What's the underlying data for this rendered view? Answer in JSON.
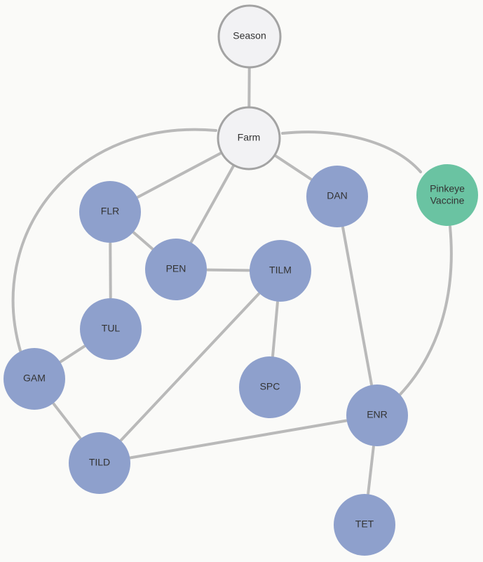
{
  "colors": {
    "background": "#fafaf8",
    "edge": "#b9b9b9",
    "context_fill": "#f2f2f4",
    "context_stroke": "#a3a3a3",
    "treatment_fill": "#8ea0cc",
    "vaccine_fill": "#6ac3a2",
    "label": "#333333"
  },
  "nodes": [
    {
      "id": "season",
      "label": "Season",
      "kind": "context"
    },
    {
      "id": "farm",
      "label": "Farm",
      "kind": "context"
    },
    {
      "id": "flr",
      "label": "FLR",
      "kind": "treatment"
    },
    {
      "id": "dan",
      "label": "DAN",
      "kind": "treatment"
    },
    {
      "id": "pinkeye",
      "label": "Pinkeye Vaccine",
      "lines": [
        "Pinkeye",
        "Vaccine"
      ],
      "kind": "vaccine"
    },
    {
      "id": "pen",
      "label": "PEN",
      "kind": "treatment"
    },
    {
      "id": "tilm",
      "label": "TILM",
      "kind": "treatment"
    },
    {
      "id": "tul",
      "label": "TUL",
      "kind": "treatment"
    },
    {
      "id": "gam",
      "label": "GAM",
      "kind": "treatment"
    },
    {
      "id": "spc",
      "label": "SPC",
      "kind": "treatment"
    },
    {
      "id": "enr",
      "label": "ENR",
      "kind": "treatment"
    },
    {
      "id": "tild",
      "label": "TILD",
      "kind": "treatment"
    },
    {
      "id": "tet",
      "label": "TET",
      "kind": "treatment"
    }
  ],
  "edges": [
    {
      "from": "season",
      "to": "farm"
    },
    {
      "from": "farm",
      "to": "flr"
    },
    {
      "from": "farm",
      "to": "pen"
    },
    {
      "from": "farm",
      "to": "dan"
    },
    {
      "from": "farm",
      "to": "pinkeye"
    },
    {
      "from": "farm",
      "to": "gam"
    },
    {
      "from": "flr",
      "to": "pen"
    },
    {
      "from": "flr",
      "to": "tul"
    },
    {
      "from": "pen",
      "to": "tilm"
    },
    {
      "from": "tilm",
      "to": "spc"
    },
    {
      "from": "tilm",
      "to": "tild"
    },
    {
      "from": "tul",
      "to": "gam"
    },
    {
      "from": "gam",
      "to": "tild"
    },
    {
      "from": "tild",
      "to": "enr"
    },
    {
      "from": "dan",
      "to": "enr"
    },
    {
      "from": "pinkeye",
      "to": "enr"
    },
    {
      "from": "enr",
      "to": "tet"
    }
  ]
}
